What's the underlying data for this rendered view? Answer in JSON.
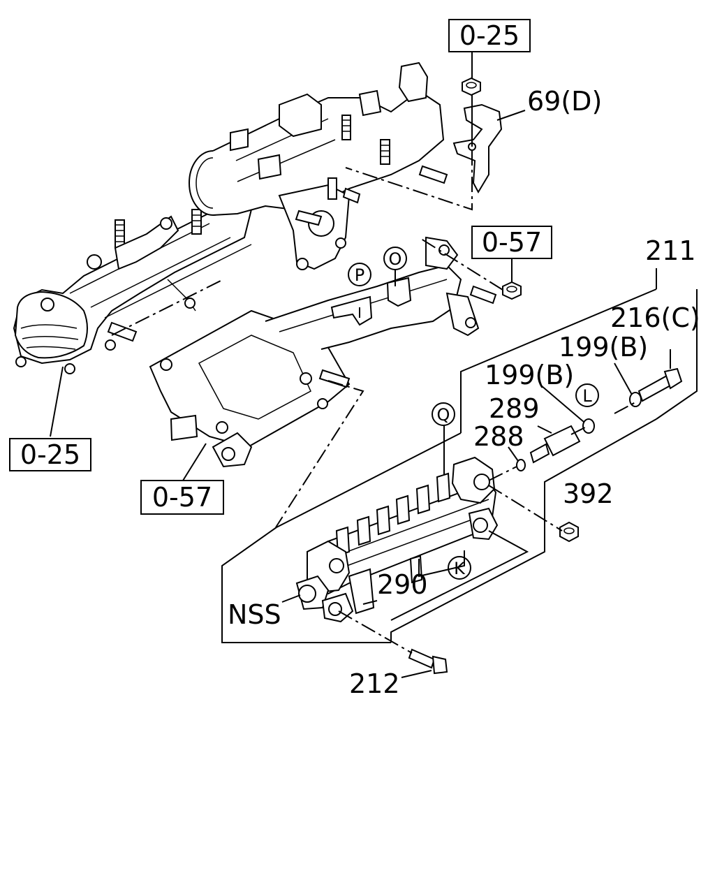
{
  "labels": {
    "ref_025_top": "0-25",
    "ref_025_left": "0-25",
    "ref_057_right": "0-57",
    "ref_057_bottom": "0-57",
    "p69": "69(D)",
    "p211": "211",
    "p216": "216(C)",
    "p199_upper": "199(B)",
    "p199_lower": "199(B)",
    "p289": "289",
    "p288": "288",
    "p392": "392",
    "p290": "290",
    "pNSS": "NSS",
    "p212": "212"
  },
  "callouts": {
    "O": "O",
    "P": "P",
    "Q": "Q",
    "L": "L",
    "K": "K"
  }
}
